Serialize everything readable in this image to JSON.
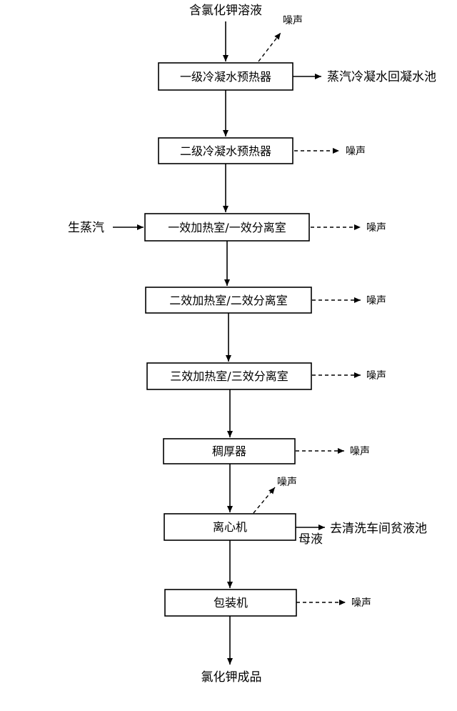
{
  "input": "含氯化钾溶液",
  "steam_input": "生蒸汽",
  "output": "氯化钾成品",
  "boxes": {
    "precond1": "一级冷凝水预热器",
    "precond2": "二级冷凝水预热器",
    "effect1": "一效加热室/一效分离室",
    "effect2": "二效加热室/二效分离室",
    "effect3": "三效加热室/三效分离室",
    "thickener": "稠厚器",
    "centrifuge": "离心机",
    "packer": "包装机"
  },
  "side_outputs": {
    "condensate_pool": "蒸汽冷凝水回凝水池",
    "mother_liquor": "母液",
    "wash_pool": "去清洗车间贫液池"
  },
  "noise": {
    "n1": "噪声",
    "n2": "噪声",
    "n3": "噪声",
    "n4": "噪声",
    "n5": "噪声",
    "n6": "噪声",
    "n7": "噪声",
    "n8": "噪声"
  }
}
